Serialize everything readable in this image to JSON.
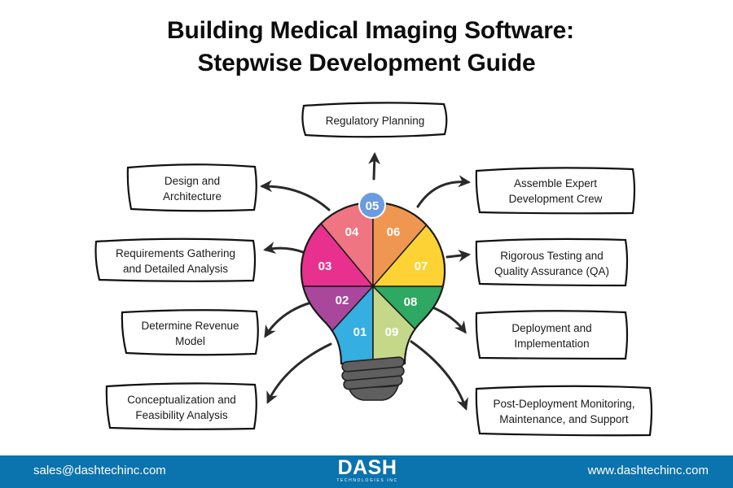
{
  "title": {
    "line1": "Building Medical Imaging Software:",
    "line2": "Stepwise Development Guide"
  },
  "bulb": {
    "segments": [
      {
        "num": "01",
        "color": "#35aee2"
      },
      {
        "num": "02",
        "color": "#a8479b"
      },
      {
        "num": "03",
        "color": "#e8318f"
      },
      {
        "num": "04",
        "color": "#ee7581"
      },
      {
        "num": "05",
        "color": "#6b9be0"
      },
      {
        "num": "06",
        "color": "#ef9750"
      },
      {
        "num": "07",
        "color": "#fdd235"
      },
      {
        "num": "08",
        "color": "#2ea862"
      },
      {
        "num": "09",
        "color": "#c5d88a"
      }
    ],
    "base_color": "#5f5f5f"
  },
  "steps": [
    {
      "num": "01",
      "label": "Conceptualization and Feasibility Analysis",
      "line1": "Conceptualization and",
      "line2": "Feasibility Analysis"
    },
    {
      "num": "02",
      "label": "Determine Revenue Model",
      "line1": "Determine Revenue",
      "line2": "Model"
    },
    {
      "num": "03",
      "label": "Requirements Gathering and Detailed Analysis",
      "line1": "Requirements Gathering",
      "line2": "and Detailed Analysis"
    },
    {
      "num": "04",
      "label": "Design and Architecture",
      "line1": "Design and",
      "line2": "Architecture"
    },
    {
      "num": "05",
      "label": "Regulatory Planning",
      "line1": "Regulatory Planning",
      "line2": ""
    },
    {
      "num": "06",
      "label": "Assemble Expert Development Crew",
      "line1": "Assemble Expert",
      "line2": "Development Crew"
    },
    {
      "num": "07",
      "label": "Rigorous Testing and Quality Assurance (QA)",
      "line1": "Rigorous Testing and",
      "line2": "Quality Assurance (QA)"
    },
    {
      "num": "08",
      "label": "Deployment and Implementation",
      "line1": "Deployment and",
      "line2": "Implementation"
    },
    {
      "num": "09",
      "label": "Post-Deployment Monitoring, Maintenance, and Support",
      "line1": "Post-Deployment Monitoring,",
      "line2": "Maintenance, and Support"
    }
  ],
  "footer": {
    "email": "sales@dashtechinc.com",
    "website": "www.dashtechinc.com",
    "logo_word": "DASH",
    "logo_sub": "TECHNOLOGIES INC",
    "background": "#0b73ad"
  }
}
